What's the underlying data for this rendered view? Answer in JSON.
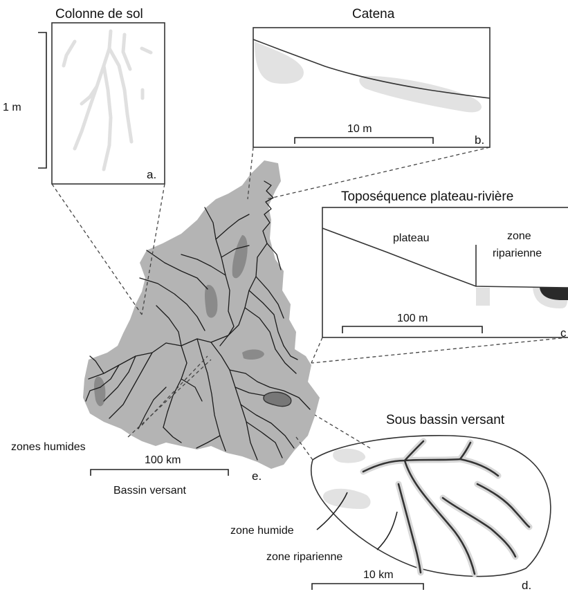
{
  "panel_a": {
    "title": "Colonne de sol",
    "scale_label": "1 m",
    "letter": "a."
  },
  "panel_b": {
    "title": "Catena",
    "scale_label": "10 m",
    "letter": "b."
  },
  "panel_c": {
    "title": "Toposéquence plateau-rivière",
    "plateau_label": "plateau",
    "riparian_label_1": "zone",
    "riparian_label_2": "riparienne",
    "scale_label": "100 m",
    "letter": "c"
  },
  "panel_d": {
    "title": "Sous bassin versant",
    "wetland_label": "zone humide",
    "riparian_label": "zone riparienne",
    "scale_label": "10 km",
    "letter": "d."
  },
  "panel_e": {
    "wetlands_label": "zones humides",
    "scale_label": "100 km",
    "caption": "Bassin versant",
    "letter": "e."
  },
  "colors": {
    "basin": "#b4b4b4",
    "wetland": "#8a8a8a",
    "pale": "#e3e3e3",
    "river": "#1a1a1a"
  }
}
